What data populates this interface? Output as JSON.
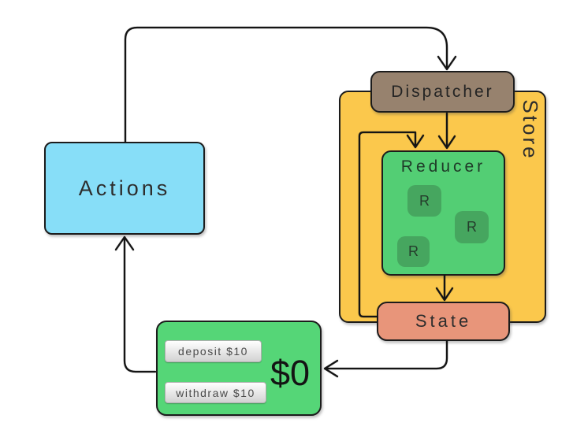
{
  "diagram": {
    "description": "Redux data flow diagram",
    "nodes": {
      "actions": {
        "label": "Actions",
        "color": "#87def8"
      },
      "dispatcher": {
        "label": "Dispatcher",
        "color": "#97826e"
      },
      "store": {
        "label": "Store",
        "color": "#fbc84c"
      },
      "reducer": {
        "label": "Reducer",
        "color": "#53ce74",
        "chip_color": "#46a65f",
        "reducers": [
          "R",
          "R",
          "R"
        ]
      },
      "state": {
        "label": "State",
        "color": "#e8957a"
      },
      "account": {
        "color": "#55d677",
        "balance": "$0",
        "buttons": {
          "deposit": "deposit $10",
          "withdraw": "withdraw $10"
        }
      }
    },
    "edges": [
      {
        "from": "actions",
        "to": "dispatcher"
      },
      {
        "from": "dispatcher",
        "to": "reducer"
      },
      {
        "from": "state",
        "to": "reducer"
      },
      {
        "from": "reducer",
        "to": "state"
      },
      {
        "from": "state",
        "to": "account"
      },
      {
        "from": "account",
        "to": "actions"
      }
    ],
    "line_color": "#141414"
  }
}
